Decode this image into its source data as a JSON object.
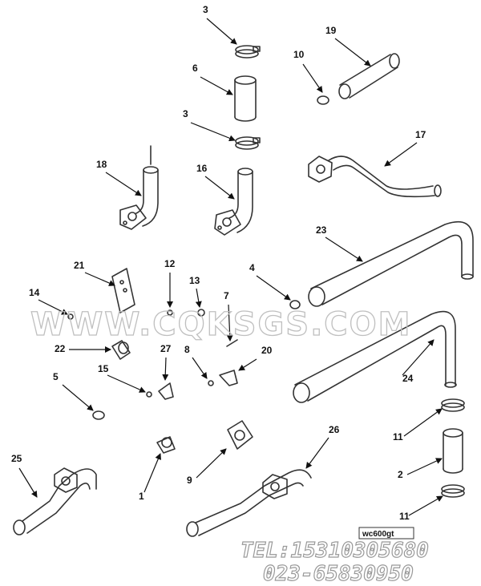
{
  "diagram": {
    "watermark": "WWW.CQKSGS.COM",
    "phone_line": "TEL:15310305680",
    "phone_line_2": "023-65830950",
    "drawing_ref": "wc600gt",
    "callouts": [
      {
        "id": "c3a",
        "label": "3"
      },
      {
        "id": "c6",
        "label": "6"
      },
      {
        "id": "c3b",
        "label": "3"
      },
      {
        "id": "c10",
        "label": "10"
      },
      {
        "id": "c19",
        "label": "19"
      },
      {
        "id": "c17",
        "label": "17"
      },
      {
        "id": "c18",
        "label": "18"
      },
      {
        "id": "c16",
        "label": "16"
      },
      {
        "id": "c23",
        "label": "23"
      },
      {
        "id": "c21",
        "label": "21"
      },
      {
        "id": "c12",
        "label": "12"
      },
      {
        "id": "c13",
        "label": "13"
      },
      {
        "id": "c4",
        "label": "4"
      },
      {
        "id": "c14",
        "label": "14"
      },
      {
        "id": "c7",
        "label": "7"
      },
      {
        "id": "c22",
        "label": "22"
      },
      {
        "id": "c27",
        "label": "27"
      },
      {
        "id": "c8",
        "label": "8"
      },
      {
        "id": "c20",
        "label": "20"
      },
      {
        "id": "c15",
        "label": "15"
      },
      {
        "id": "c24",
        "label": "24"
      },
      {
        "id": "c5",
        "label": "5"
      },
      {
        "id": "c11a",
        "label": "11"
      },
      {
        "id": "c26",
        "label": "26"
      },
      {
        "id": "c2",
        "label": "2"
      },
      {
        "id": "c25",
        "label": "25"
      },
      {
        "id": "c9",
        "label": "9"
      },
      {
        "id": "c1",
        "label": "1"
      },
      {
        "id": "c11b",
        "label": "11"
      }
    ]
  }
}
